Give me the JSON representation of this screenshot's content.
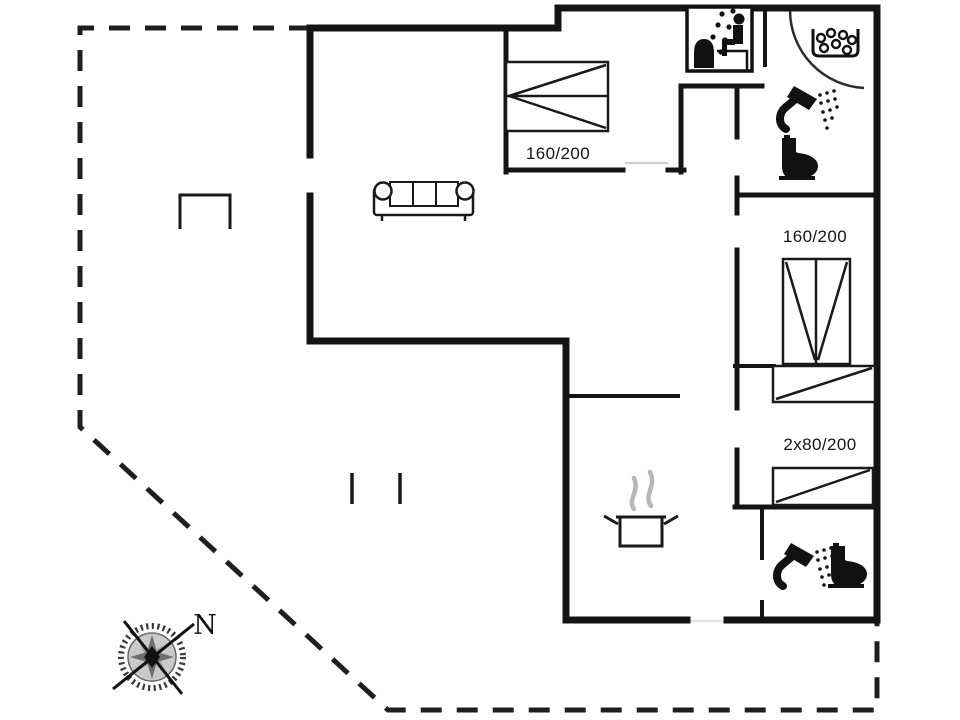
{
  "floor_plan": {
    "labels": {
      "bed_top": "160/200",
      "bed_right": "160/200",
      "beds_bottom": "2x80/200",
      "north": "N"
    },
    "icons": {
      "sauna": "person-sitting-in-sauna-with-steam-dots",
      "whirlpool": "tub-with-bubbles",
      "shower_top_bathroom": "shower-head-with-spray",
      "toilet_top_bathroom": "toilet-side-silhouette",
      "shower_bottom_bathroom": "shower-head-with-spray",
      "toilet_bottom_bathroom": "toilet-side-silhouette",
      "kitchen": "steaming-cooking-pot",
      "living_room": "three-seat-sofa",
      "terrace": "open-rectangle-table",
      "compass": "compass-rose-needle-to-northeast"
    },
    "colors": {
      "walls": "#141414",
      "furniture_line": "#1a1a1a",
      "steam": "#b7b7b7",
      "door_swing": "#cfcfcf",
      "background": "#ffffff"
    }
  }
}
